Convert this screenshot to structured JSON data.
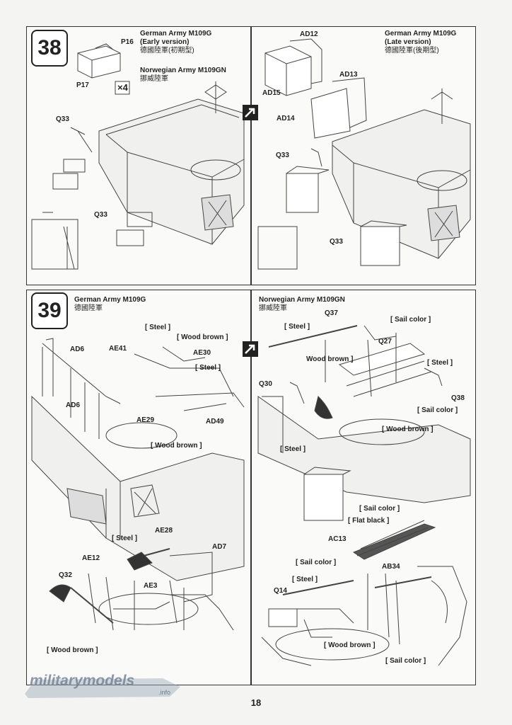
{
  "page_number": "18",
  "watermark": {
    "text": "militarymodels",
    "suffix": ".info"
  },
  "step38": {
    "number": "38",
    "left": {
      "title1": "German Army M109G",
      "title2": "(Early version)",
      "title3": "德國陸軍(初期型)",
      "title4": "Norwegian Army M109GN",
      "title5": "挪威陸軍",
      "multiplier": "×4",
      "labels": {
        "p16": "P16",
        "p17": "P17",
        "q33a": "Q33",
        "q33b": "Q33"
      }
    },
    "right": {
      "title1": "German Army M109G",
      "title2": "(Late version)",
      "title3": "德國陸軍(後期型)",
      "labels": {
        "ad12": "AD12",
        "ad13": "AD13",
        "ad14": "AD14",
        "ad15": "AD15",
        "q33a": "Q33",
        "q33b": "Q33"
      }
    }
  },
  "step39": {
    "number": "39",
    "left": {
      "title1": "German Army M109G",
      "title2": "德國陸軍",
      "labels": {
        "steel1": "[ Steel ]",
        "wood1": "[ Wood brown ]",
        "steel2": "[ Steel ]",
        "ad6a": "AD6",
        "ae41": "AE41",
        "ae30": "AE30",
        "ad6b": "AD6",
        "ae29": "AE29",
        "ad49": "AD49",
        "wood2": "[ Wood brown ]",
        "steel3": "[ Steel ]",
        "ae28": "AE28",
        "ad7": "AD7",
        "ae12": "AE12",
        "ae3": "AE3",
        "q32": "Q32",
        "wood3": "[ Wood brown ]"
      }
    },
    "right": {
      "title1": "Norwegian Army M109GN",
      "title2": "挪威陸軍",
      "labels": {
        "q37": "Q37",
        "steel1": "[ Steel ]",
        "sail1": "[ Sail color ]",
        "q27": "Q27",
        "wood1": "Wood brown ]",
        "steel2": "[ Steel ]",
        "q30": "Q30",
        "q38": "Q38",
        "sail2": "[ Sail color ]",
        "wood2": "[ Wood brown ]",
        "steel3": "[ Steel ]",
        "sail3": "[ Sail color ]",
        "flat": "[ Flat black ]",
        "ac13": "AC13",
        "sail4": "[ Sail color ]",
        "ab34": "AB34",
        "steel4": "[ Steel ]",
        "q14": "Q14",
        "wood3": "[ Wood brown ]",
        "sail5": "[ Sail color ]"
      }
    }
  }
}
